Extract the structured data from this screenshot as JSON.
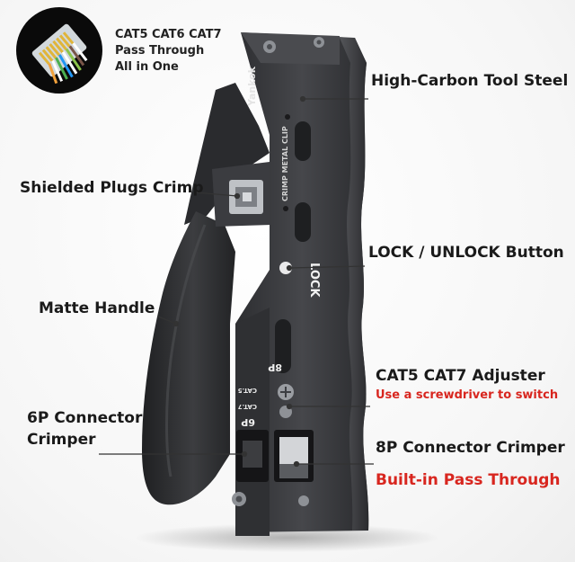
{
  "inset": {
    "line1": "CAT5 CAT6 CAT7",
    "line2": "Pass Through",
    "line3": "All in One"
  },
  "tool_engraving": {
    "brand": "Yankok",
    "crimp_clip": "CRIMP METAL CLIP",
    "lock": "LOCK",
    "label_8p": "8P",
    "label_6p": "6P",
    "cat5": "CAT.5",
    "cat7": "CAT.7"
  },
  "callouts": {
    "steel": "High-Carbon Tool Steel",
    "shielded": "Shielded Plugs Crimp",
    "lock_button": "LOCK / UNLOCK Button",
    "handle": "Matte Handle",
    "adjuster": "CAT5 CAT7 Adjuster",
    "adjuster_note": "Use a screwdriver to switch",
    "p6_line1": "6P Connector",
    "p6_line2": "Crimper",
    "p8": "8P Connector Crimper",
    "pass_through": "Built-in Pass Through"
  },
  "colors": {
    "accent_red": "#d8261f",
    "tool_body": "#3a3b3e",
    "handle": "#2b2c2e"
  }
}
